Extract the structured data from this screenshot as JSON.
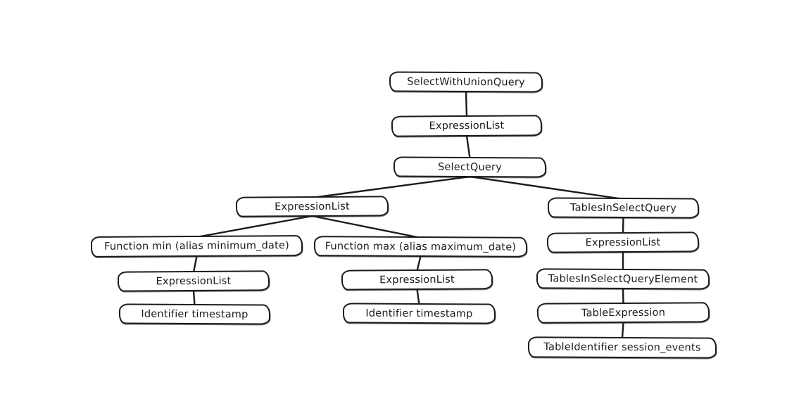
{
  "diagram": {
    "kind": "ast-tree",
    "colors": {
      "stroke": "#1c1c1c",
      "node_fill": "#ffffff",
      "background": "#ffffff",
      "text": "#1b1b1b"
    },
    "nodes": [
      {
        "id": "n0",
        "label": "SelectWithUnionQuery"
      },
      {
        "id": "n1",
        "label": "ExpressionList"
      },
      {
        "id": "n2",
        "label": "SelectQuery"
      },
      {
        "id": "n3",
        "label": "ExpressionList"
      },
      {
        "id": "n4",
        "label": "TablesInSelectQuery"
      },
      {
        "id": "n5",
        "label": "Function min (alias minimum_date)"
      },
      {
        "id": "n6",
        "label": "Function max (alias maximum_date)"
      },
      {
        "id": "n7",
        "label": "ExpressionList"
      },
      {
        "id": "n8",
        "label": "Identifier timestamp"
      },
      {
        "id": "n9",
        "label": "ExpressionList"
      },
      {
        "id": "n10",
        "label": "Identifier timestamp"
      },
      {
        "id": "n11",
        "label": "ExpressionList"
      },
      {
        "id": "n12",
        "label": "TablesInSelectQueryElement"
      },
      {
        "id": "n13",
        "label": "TableExpression"
      },
      {
        "id": "n14",
        "label": "TableIdentifier session_events"
      }
    ],
    "edges": [
      [
        "n0",
        "n1"
      ],
      [
        "n1",
        "n2"
      ],
      [
        "n2",
        "n3"
      ],
      [
        "n2",
        "n4"
      ],
      [
        "n3",
        "n5"
      ],
      [
        "n3",
        "n6"
      ],
      [
        "n5",
        "n7"
      ],
      [
        "n7",
        "n8"
      ],
      [
        "n6",
        "n9"
      ],
      [
        "n9",
        "n10"
      ],
      [
        "n4",
        "n11"
      ],
      [
        "n11",
        "n12"
      ],
      [
        "n12",
        "n13"
      ],
      [
        "n13",
        "n14"
      ]
    ]
  }
}
